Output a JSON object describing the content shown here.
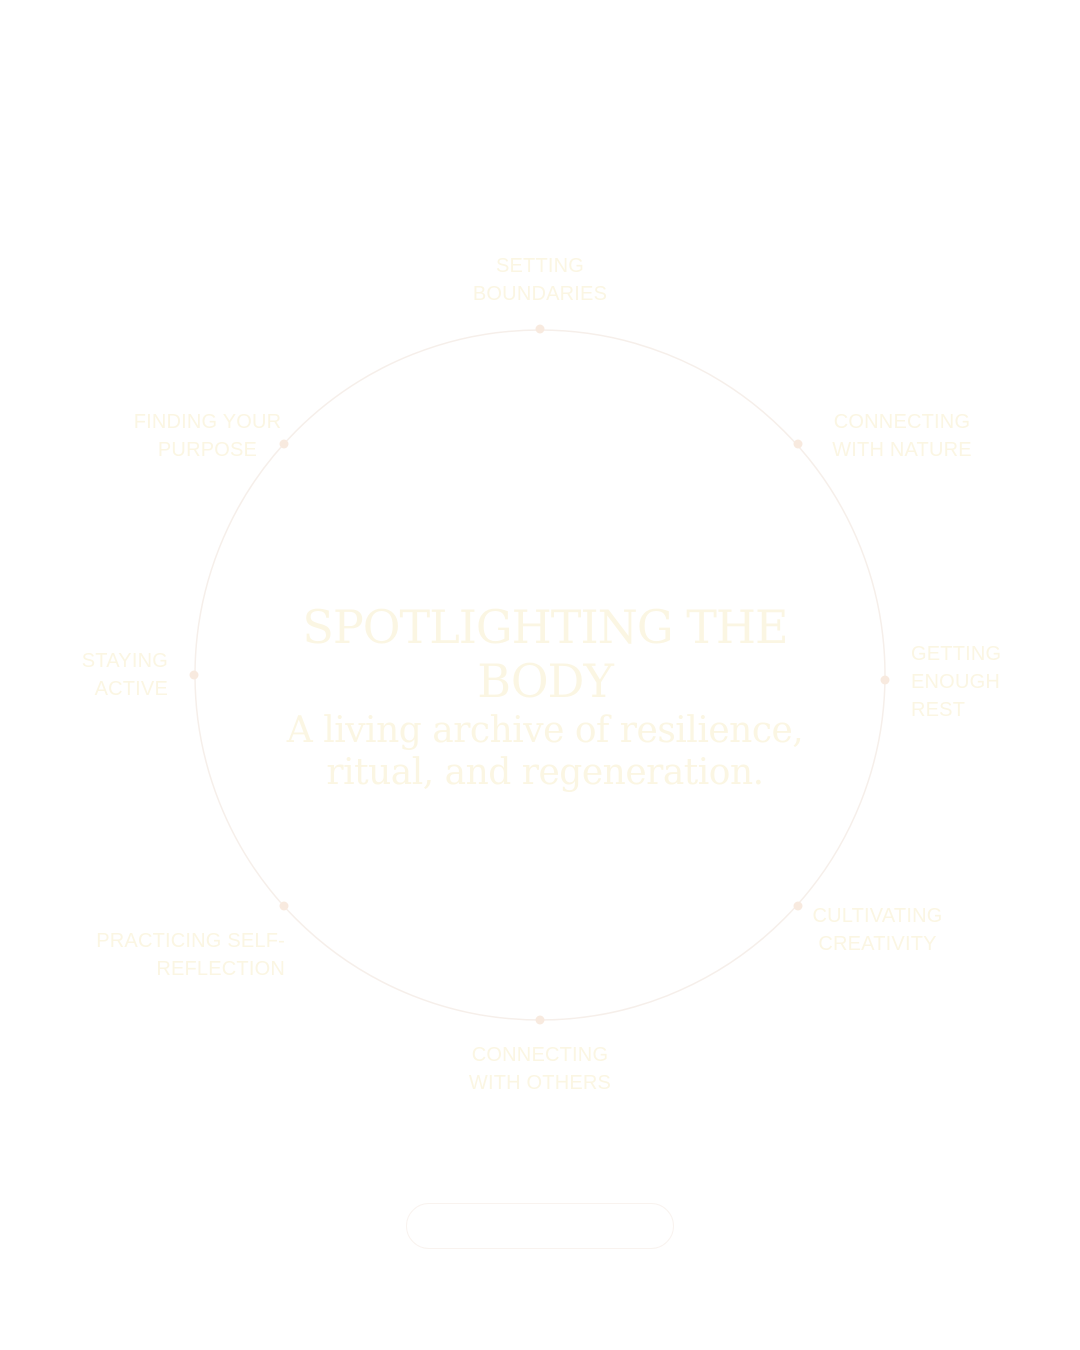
{
  "colors": {
    "background": "#ffffff",
    "ring": "#f6efea",
    "node_dot": "#f8eadf",
    "text": "#fbf6e3"
  },
  "center": {
    "title": "SPOTLIGHTING THE BODY",
    "subtitle": "A living archive of resilience, ritual, and regeneration."
  },
  "nodes": [
    {
      "id": "setting-boundaries",
      "label": "SETTING BOUNDARIES"
    },
    {
      "id": "connecting-with-nature",
      "label": "CONNECTING WITH NATURE"
    },
    {
      "id": "getting-enough-rest",
      "label": "GETTING ENOUGH REST"
    },
    {
      "id": "cultivating-creativity",
      "label": "CULTIVATING CREATIVITY"
    },
    {
      "id": "connecting-with-others",
      "label": "CONNECTING WITH OTHERS"
    },
    {
      "id": "practicing-self-reflection",
      "label": "PRACTICING SELF-REFLECTION"
    },
    {
      "id": "staying-active",
      "label": "STAYING ACTIVE"
    },
    {
      "id": "finding-your-purpose",
      "label": "FINDING YOUR PURPOSE"
    }
  ],
  "cta": {
    "label": ""
  }
}
